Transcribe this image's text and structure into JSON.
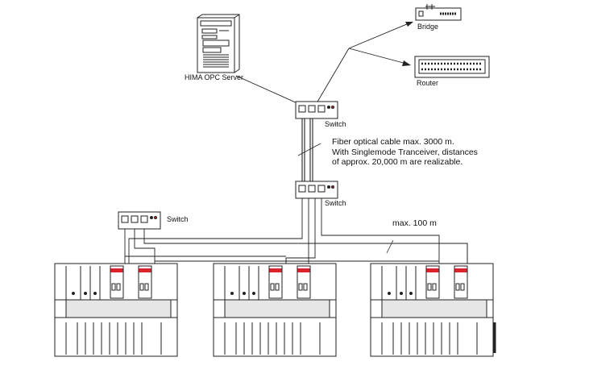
{
  "labels": {
    "opc_server": "HIMA OPC Server",
    "bridge": "Bridge",
    "router": "Router",
    "switch_top": "Switch",
    "switch_middle": "Switch",
    "switch_left": "Switch",
    "fiber_note_line1": "Fiber optical cable max. 3000 m.",
    "fiber_note_line2": "With Singlemode Tranceiver, distances",
    "fiber_note_line3": "of approx. 20,000 m are realizable.",
    "max_distance": "max. 100 m"
  },
  "icons": {
    "opc_server": "server-tower-icon",
    "bridge": "bridge-device-icon",
    "router": "router-device-icon",
    "switch": "network-switch-icon",
    "controller_rack": "controller-rack-icon"
  },
  "colors": {
    "line": "#222222",
    "module_red": "#d9232d",
    "rack_fill": "#ffffff",
    "band_gray": "#e6e6e6"
  }
}
